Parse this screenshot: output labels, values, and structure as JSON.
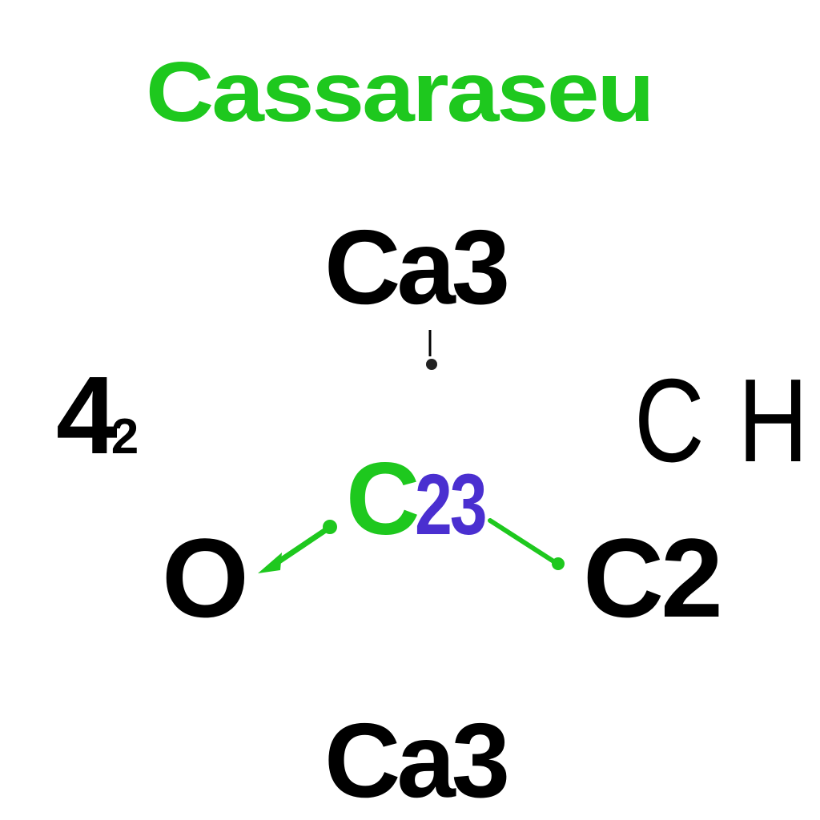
{
  "title": "Cassaraseu",
  "nodes": {
    "top": "Ca3",
    "left_main": "4",
    "left_small": "2",
    "right": "C H",
    "center_main": "C",
    "center_sub": "23",
    "bottom_left": "O",
    "bottom_right": "C2",
    "bottom": "Ca3"
  },
  "colors": {
    "title": "#1ec81e",
    "text": "#000000",
    "center_main": "#1ec81e",
    "center_sub": "#4a2fd0",
    "bond": "#1ec81e"
  }
}
